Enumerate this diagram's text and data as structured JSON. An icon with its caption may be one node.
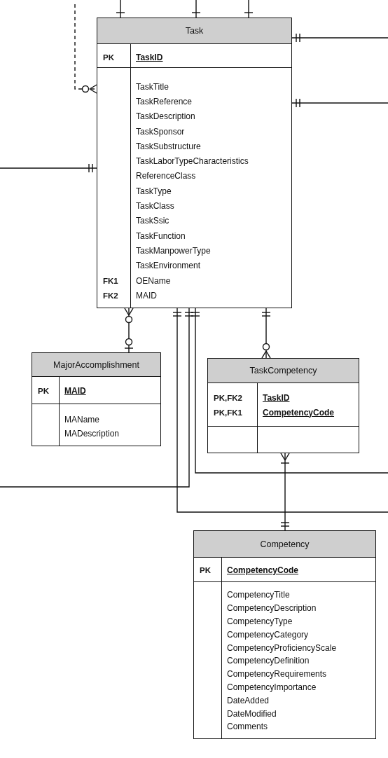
{
  "diagram": {
    "nodes": [
      {
        "text": [
          "Task",
          "PK",
          "TaskID",
          "TaskTitle",
          "TaskReference",
          "TaskDescription",
          "TaskSponsor",
          "TaskSubstructure",
          "TaskLaborTypeCharacteristics",
          "ReferenceClass",
          "TaskType",
          "TaskClass",
          "TaskSsic",
          "TaskFunction",
          "TaskManpowerType",
          "TaskEnvironment",
          "FK1",
          "OEName",
          "FK2",
          "MAID"
        ]
      },
      {
        "text": [
          "MajorAccomplishment",
          "PK",
          "MAID",
          "MAName",
          "MADescription"
        ]
      },
      {
        "text": [
          "TaskCompetency",
          "PK,FK2",
          "TaskID",
          "PK,FK1",
          "CompetencyCode"
        ]
      },
      {
        "text": [
          "Competency",
          "PK",
          "CompetencyCode",
          "CompetencyTitle",
          "CompetencyDescription",
          "CompetencyType",
          "CompetencyCategory",
          "CompetencyProficiencyScale",
          "CompetencyDefinition",
          "CompetencyRequirements",
          "CompetencyImportance",
          "DateAdded",
          "DateModified",
          "Comments"
        ]
      }
    ],
    "edges": [
      {
        "from": null,
        "to": 0,
        "arrow": "other"
      },
      {
        "from": null,
        "to": 0,
        "arrow": "other"
      },
      {
        "from": null,
        "to": 0,
        "arrow": "other"
      },
      {
        "from": null,
        "to": 0,
        "arrow": "other",
        "style": "dashed"
      },
      {
        "from": 0,
        "to": null,
        "arrow": "other"
      },
      {
        "from": 0,
        "to": null,
        "arrow": "other"
      },
      {
        "from": null,
        "to": 0,
        "arrow": "other"
      },
      {
        "from": 0,
        "to": 1,
        "arrow": "other"
      },
      {
        "from": 0,
        "to": null,
        "arrow": "other"
      },
      {
        "from": 0,
        "to": null,
        "arrow": "other"
      },
      {
        "from": 0,
        "to": null,
        "arrow": "other"
      },
      {
        "from": 0,
        "to": 2,
        "arrow": "other"
      },
      {
        "from": 2,
        "to": 3,
        "arrow": "other"
      }
    ]
  }
}
